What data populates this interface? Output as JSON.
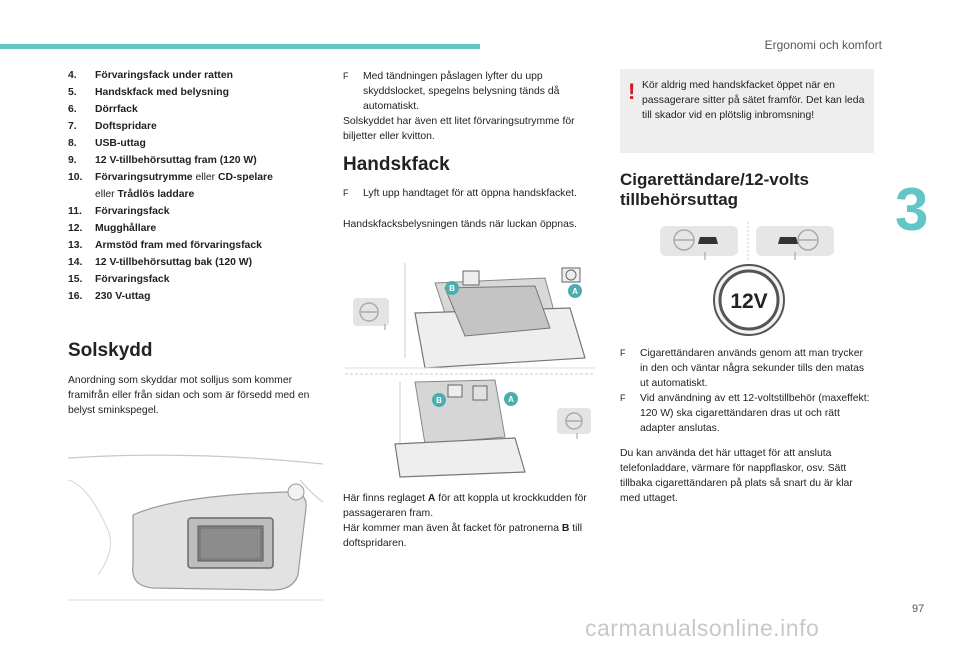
{
  "header": {
    "section_title": "Ergonomi och komfort",
    "chapter_number": "3"
  },
  "footer": {
    "page_number": "97",
    "watermark": "carmanualsonline.info"
  },
  "colors": {
    "accent": "#62c6c7",
    "warning": "#d11a2a",
    "box": "#eeeeee"
  },
  "list": [
    {
      "num": "4.",
      "label": "Förvaringsfack under ratten"
    },
    {
      "num": "5.",
      "label": "Handskfack med belysning"
    },
    {
      "num": "6.",
      "label": "Dörrfack"
    },
    {
      "num": "7.",
      "label": "Doftspridare"
    },
    {
      "num": "8.",
      "label": "USB-uttag"
    },
    {
      "num": "9.",
      "label": "12 V-tillbehörsuttag fram (120 W)"
    },
    {
      "num": "10.",
      "label_a": "Förvaringsutrymme",
      "or1": " eller ",
      "label_b": "CD-spelare",
      "or2": "eller ",
      "label_c": "Trådlös laddare"
    },
    {
      "num": "11.",
      "label": "Förvaringsfack"
    },
    {
      "num": "12.",
      "label": "Mugghållare"
    },
    {
      "num": "13.",
      "label": "Armstöd fram med förvaringsfack"
    },
    {
      "num": "14.",
      "label": "12 V-tillbehörsuttag bak (120 W)"
    },
    {
      "num": "15.",
      "label": "Förvaringsfack"
    },
    {
      "num": "16.",
      "label": "230 V-uttag"
    }
  ],
  "solskydd": {
    "title": "Solskydd",
    "text": "Anordning som skyddar mot solljus som kommer framifrån eller från sidan och som är försedd med en belyst sminkspegel."
  },
  "column2": {
    "bullet_intro": "Med tändningen påslagen lyfter du upp skyddslocket, spegelns belysning tänds då automatiskt.",
    "intro_para": "Solskyddet har även ett litet förvaringsutrymme för biljetter eller kvitton.",
    "handskfack_title": "Handskfack",
    "handskfack_bullet": "Lyft upp handtaget för att öppna handskfacket.",
    "handskfack_para": "Handskfacksbelysningen tänds när luckan öppnas.",
    "label_a": "A",
    "label_b": "B",
    "bottom_p1_pre": "Här finns reglaget ",
    "bottom_p1_bold": "A",
    "bottom_p1_post": " för att koppla ut krockkudden för passageraren fram.",
    "bottom_p2_pre": "Här kommer man även åt facket för patronerna ",
    "bottom_p2_bold": "B",
    "bottom_p2_post": " till doftspridaren."
  },
  "column3": {
    "warning_mark": "!",
    "warning_text": "Kör aldrig med handskfacket öppet när en passagerare sitter på sätet framför. Det kan leda till skador vid en plötslig inbromsning!",
    "cig_title": "Cigarettändare/12-volts tillbehörsuttag",
    "socket_label": "12V",
    "bullet1": "Cigarettändaren används genom att man trycker in den och väntar några sekunder tills den matas ut automatiskt.",
    "bullet2": "Vid användning av ett 12-voltstillbehör (maxeffekt: 120 W) ska cigarettändaren dras ut och rätt adapter anslutas.",
    "para": "Du kan använda det här uttaget för att ansluta telefonladdare, värmare för nappflaskor, osv. Sätt tillbaka cigarettändaren på plats så snart du är klar med uttaget."
  },
  "bullet_symbol": "F"
}
